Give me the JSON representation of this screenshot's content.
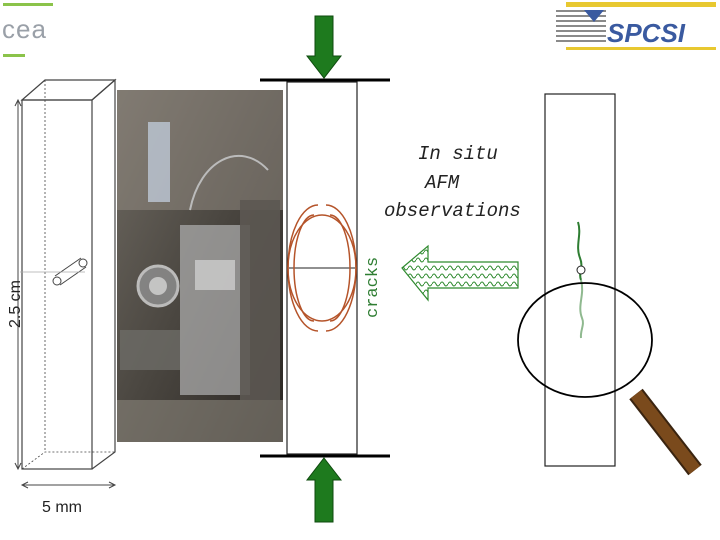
{
  "logos": {
    "left_text": "cea",
    "right_text": "SPCSI"
  },
  "labels": {
    "height": "2.5 cm",
    "width": "5 mm",
    "cracks": "cracks",
    "afm_line1": "In situ",
    "afm_line2": "AFM",
    "afm_line3": "observations"
  },
  "colors": {
    "force_arrow": "#1e7a1e",
    "crack_arcs": "#b5542a",
    "label_green": "#2e7d32",
    "magnifier_handle": "#7a4a1c",
    "hatched_arrow_fill": "#ffffff",
    "hatched_arrow_stroke": "#2f8a2f",
    "spcsi_blue": "#3a5aa0"
  },
  "icons": {
    "compression_arrows": "down-arrow-icon, up-arrow-icon",
    "observation_arrow": "left-arrow-icon",
    "magnifier": "magnifier-icon"
  }
}
